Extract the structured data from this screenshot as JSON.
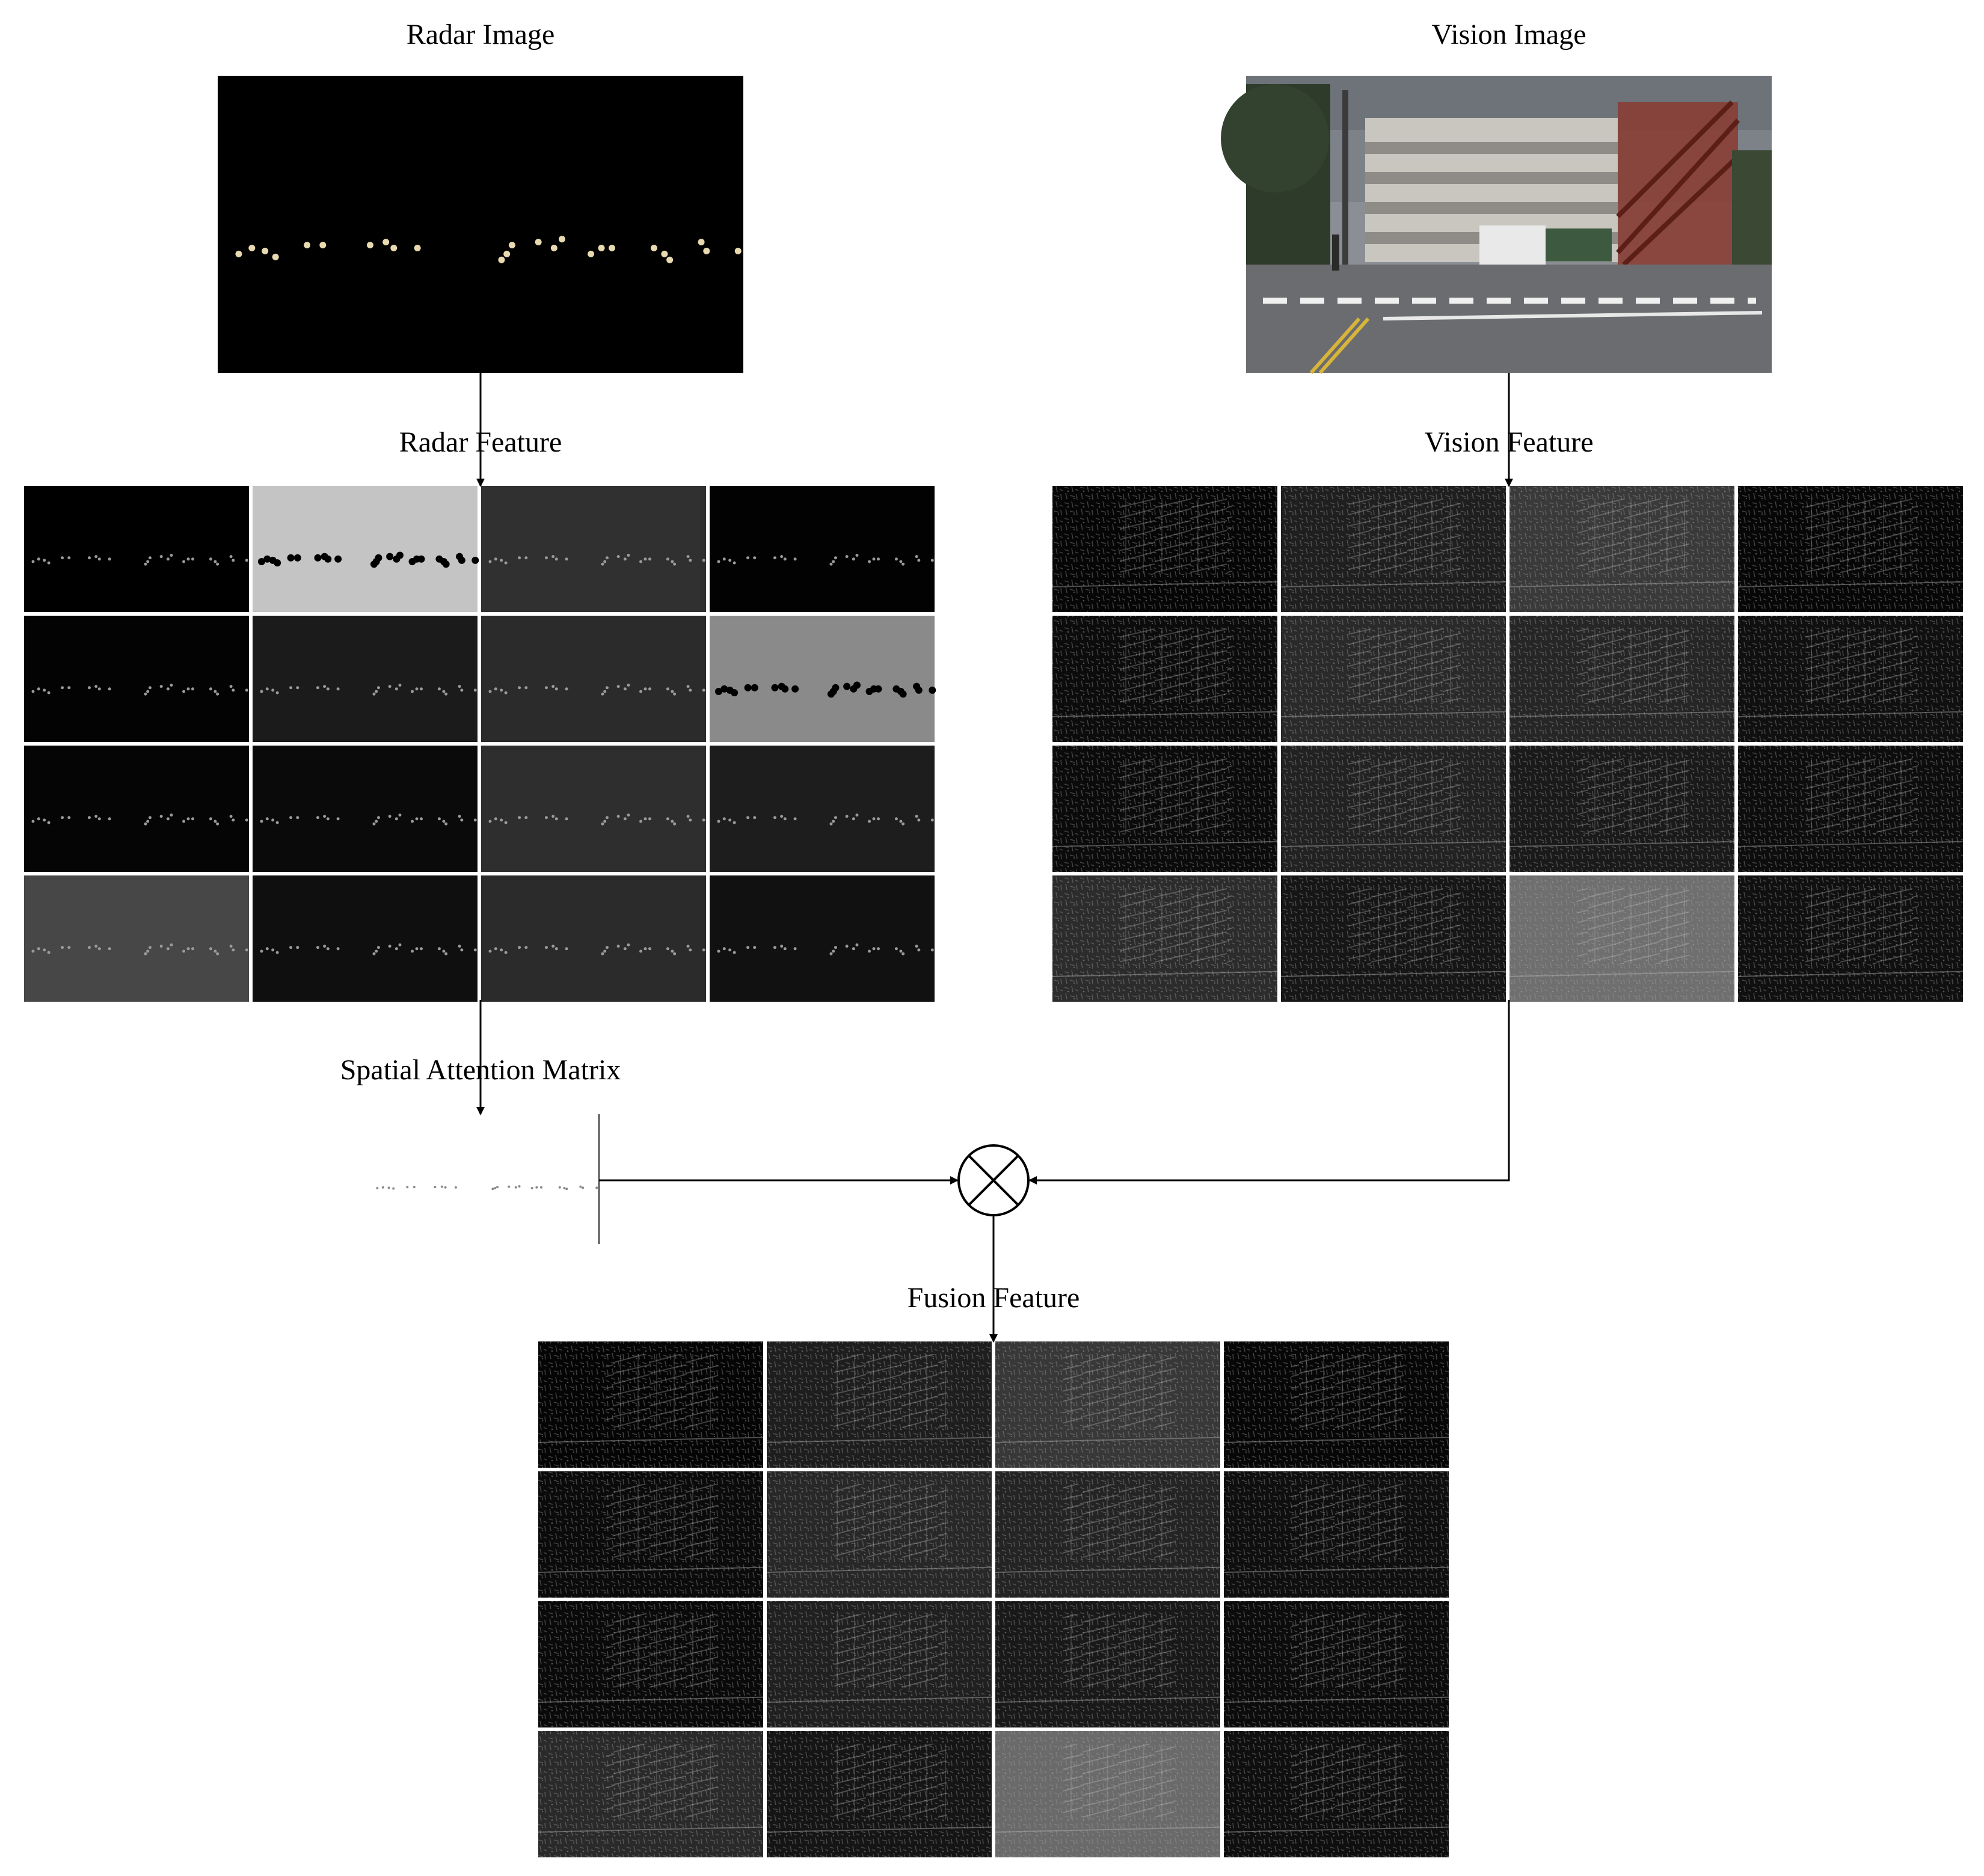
{
  "labels": {
    "radar_image": "Radar Image",
    "vision_image": "Vision Image",
    "radar_feature": "Radar Feature",
    "vision_feature": "Vision Feature",
    "spatial_attention": "Spatial Attention Matrix",
    "fusion_feature": "Fusion Feature"
  },
  "colors": {
    "radar_point": "#e8d9b0",
    "radar_tiles": [
      "#000000",
      "#c4c4c4",
      "#303030",
      "#020202",
      "#030303",
      "#1b1b1b",
      "#2b2b2b",
      "#8a8a8a",
      "#050505",
      "#0a0a0a",
      "#2e2e2e",
      "#1d1d1d",
      "#474747",
      "#0f0f0f",
      "#2b2b2b",
      "#111111"
    ],
    "vision_tiles": [
      "#060606",
      "#1f1f1f",
      "#3a3a3a",
      "#070707",
      "#0c0c0c",
      "#2a2a2a",
      "#262626",
      "#101010",
      "#0b0b0b",
      "#222222",
      "#1a1a1a",
      "#0d0d0d",
      "#2c2c2c",
      "#161616",
      "#6f6f6f",
      "#101010"
    ],
    "fusion_tiles": [
      "#050505",
      "#1e1e1e",
      "#383838",
      "#070707",
      "#0b0b0b",
      "#282828",
      "#242424",
      "#0f0f0f",
      "#0a0a0a",
      "#202020",
      "#191919",
      "#0c0c0c",
      "#2a2a2a",
      "#151515",
      "#6a6a6a",
      "#0f0f0f"
    ]
  },
  "icons": {
    "multiply": "circled-times-icon"
  }
}
